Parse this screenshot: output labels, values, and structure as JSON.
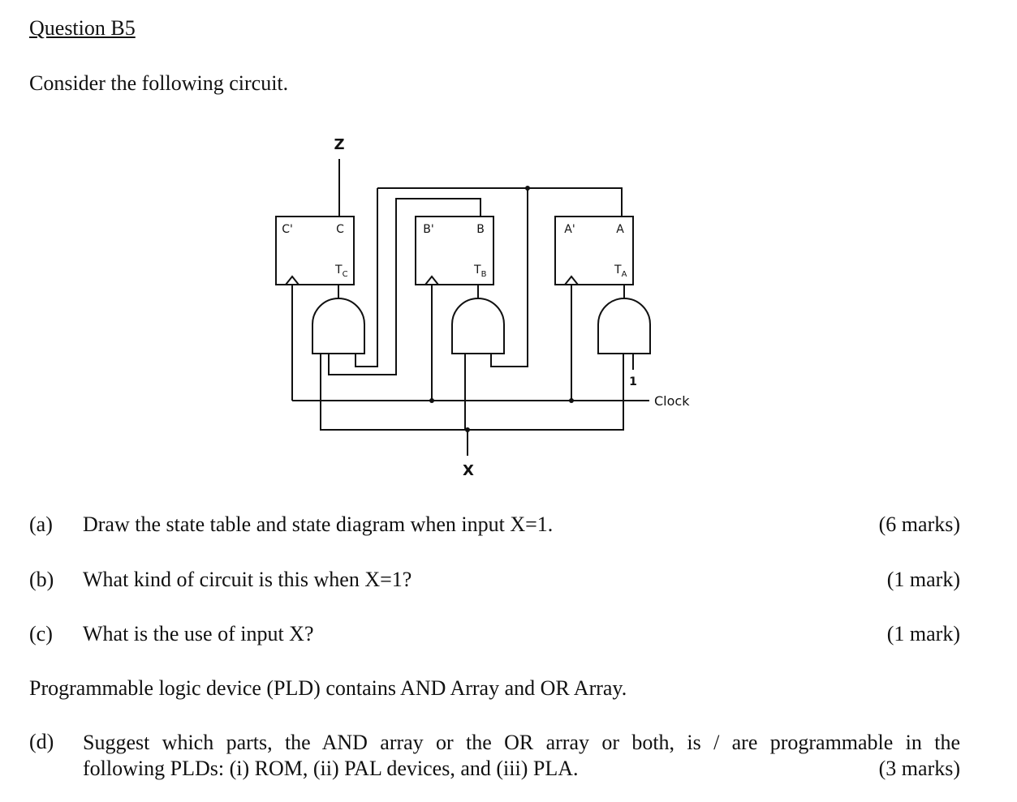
{
  "heading": "Question B5",
  "intro": "Consider the following circuit.",
  "circuit": {
    "output_label": "Z",
    "input_label": "X",
    "clock_label": "Clock",
    "constant_label": "1",
    "flipflops": [
      {
        "q_bar": "C'",
        "q": "C",
        "t_label": "T",
        "t_sub": "C"
      },
      {
        "q_bar": "B'",
        "q": "B",
        "t_label": "T",
        "t_sub": "B"
      },
      {
        "q_bar": "A'",
        "q": "A",
        "t_label": "T",
        "t_sub": "A"
      }
    ]
  },
  "questions": [
    {
      "label": "(a)",
      "text": "Draw the state table and state diagram when input X=1.",
      "marks": "(6 marks)"
    },
    {
      "label": "(b)",
      "text": "What kind of circuit is this when X=1?",
      "marks": "(1 mark)"
    },
    {
      "label": "(c)",
      "text": "What is the use of input X?",
      "marks": "(1 mark)"
    }
  ],
  "pld_statement": "Programmable logic device (PLD) contains AND Array and OR Array.",
  "question_d": {
    "label": "(d)",
    "line1": "Suggest which parts, the AND array or the OR array or both, is / are programmable in the",
    "line2": "following PLDs: (i) ROM, (ii) PAL devices, and (iii) PLA.",
    "marks": "(3 marks)"
  }
}
